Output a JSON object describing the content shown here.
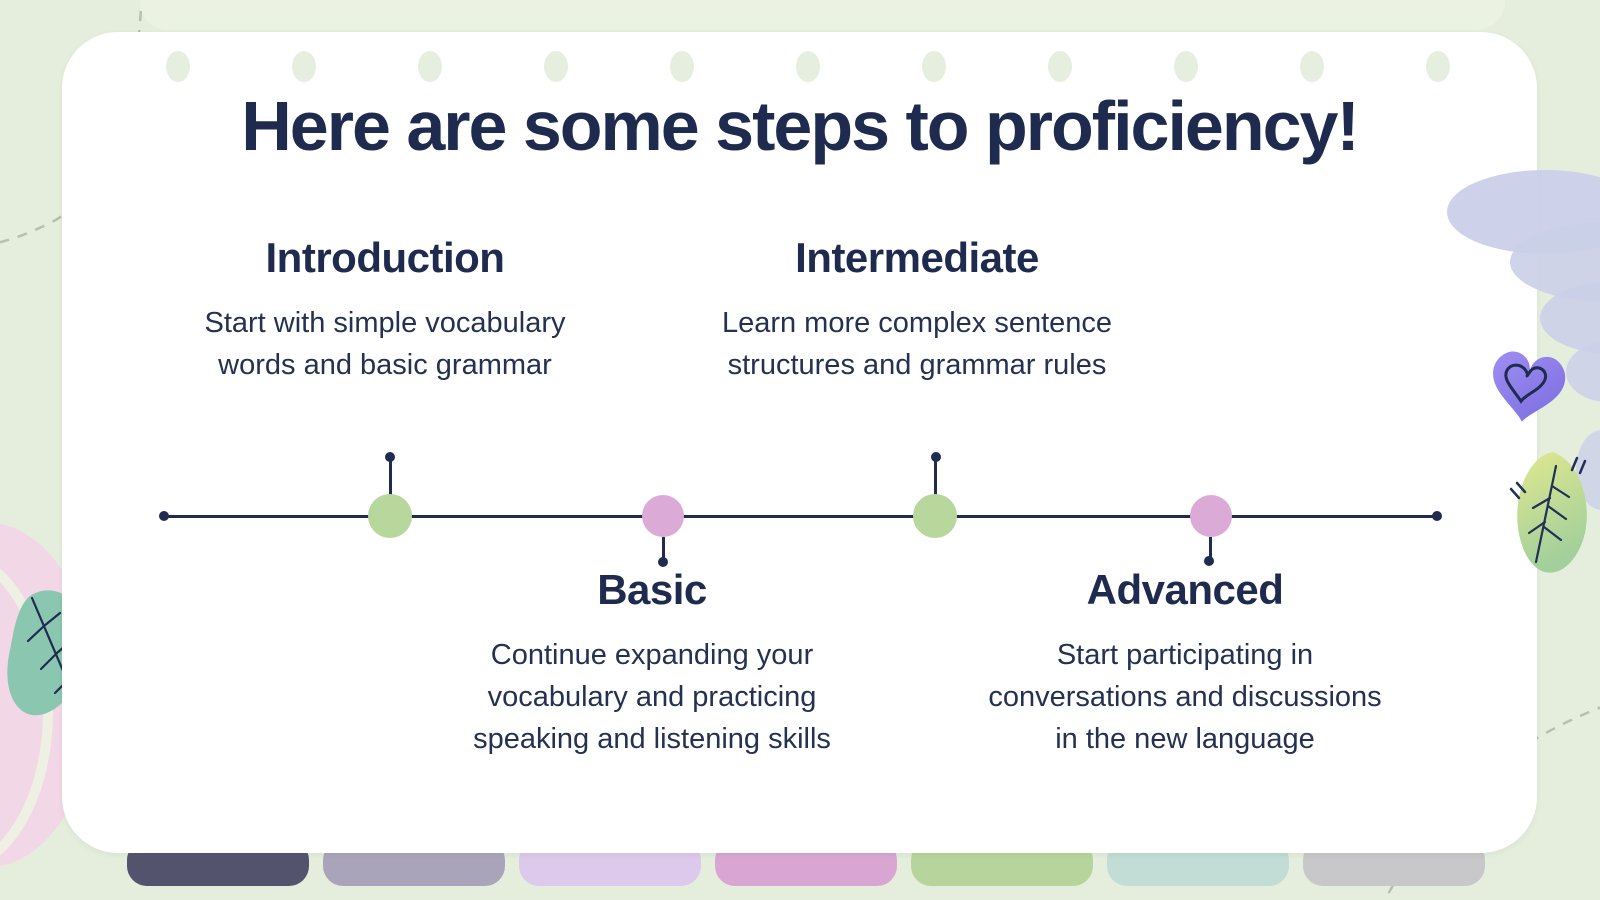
{
  "slide": {
    "title": "Here are some steps to proficiency!",
    "milestones": [
      {
        "title": "Introduction",
        "description": "Start with simple vocabulary\nwords and basic grammar",
        "dot_color": "#b8d79c",
        "label_position": "above-line"
      },
      {
        "title": "Basic",
        "description": "Continue expanding your\nvocabulary and practicing\nspeaking and listening skills",
        "dot_color": "#dcaad7",
        "label_position": "below-line"
      },
      {
        "title": "Intermediate",
        "description": "Learn more complex sentence\nstructures and grammar rules",
        "dot_color": "#b8d79c",
        "label_position": "above-line"
      },
      {
        "title": "Advanced",
        "description": "Start participating in\nconversations and discussions\nin the new language",
        "dot_color": "#dcaad7",
        "label_position": "below-line"
      }
    ],
    "colors": {
      "page_background": "#e5eedd",
      "card_background": "#ffffff",
      "text_navy": "#1e2b4e",
      "timeline_line": "#1f2c50",
      "green_node": "#b8d79c",
      "pink_node": "#dcaad7",
      "top_dot": "#e6efdf",
      "dashed_line": "#b9bdb2"
    },
    "footer_bars": [
      "#54536e",
      "#aaa4ba",
      "#dcc9ec",
      "#d9a6d3",
      "#b6d49c",
      "#c2ddd6",
      "#c8c7c9"
    ]
  }
}
